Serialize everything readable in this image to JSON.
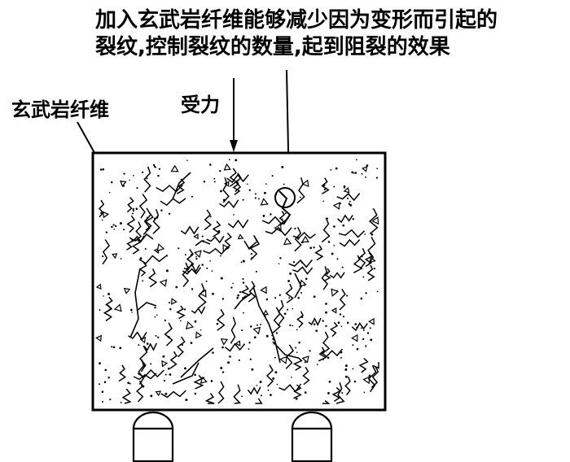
{
  "annotation": {
    "line1": "加入玄武岩纤维能够减少因为变形而引起的",
    "line2": "裂纹,控制裂纹的数量,起到阻裂的效果"
  },
  "labels": {
    "fiber": "玄武岩纤维",
    "force": "受力"
  },
  "colors": {
    "ink": "#000000",
    "background": "#ffffff"
  }
}
